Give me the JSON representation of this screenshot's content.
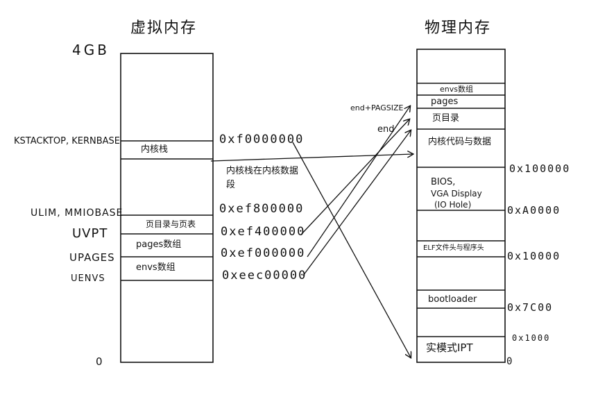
{
  "virtual": {
    "title": "虚拟内存",
    "top_label": "4GB",
    "bottom_label": "0",
    "labels": {
      "kstacktop": "KSTACKTOP, KERNBASE",
      "ulim": "ULIM, MMIOBASE",
      "uvpt": "UVPT",
      "upages": "UPAGES",
      "uenvs": "UENVS"
    },
    "cells": {
      "kstack": "内核栈",
      "pgdir": "页目录与页表",
      "pages": "pages数组",
      "envs": "envs数组"
    },
    "addresses": {
      "kernbase": "0xf0000000",
      "ulim": "0xef800000",
      "uvpt": "0xef400000",
      "upages": "0xef000000",
      "uenvs": "0xeec00000"
    },
    "note": "内核栈在内核数据段"
  },
  "physical": {
    "title": "物理内存",
    "side_labels": {
      "end_pgsize": "end+PAGSIZE",
      "end": "end"
    },
    "cells": {
      "envs": "envs数组",
      "pages": "pages",
      "pgdir": "页目录",
      "kernel_code": "内核代码与数据",
      "bios_1": "BIOS,",
      "bios_2": "VGA Display",
      "bios_3": "(IO Hole)",
      "elf": "ELF文件头与程序头",
      "bootloader": "bootloader",
      "realmode": "实模式IPT"
    },
    "addresses": {
      "a100000": "0x100000",
      "a0000": "0xA0000",
      "a10000": "0x10000",
      "a7c00": "0x7C00",
      "a1000": "0x1000",
      "a0": "0"
    }
  }
}
